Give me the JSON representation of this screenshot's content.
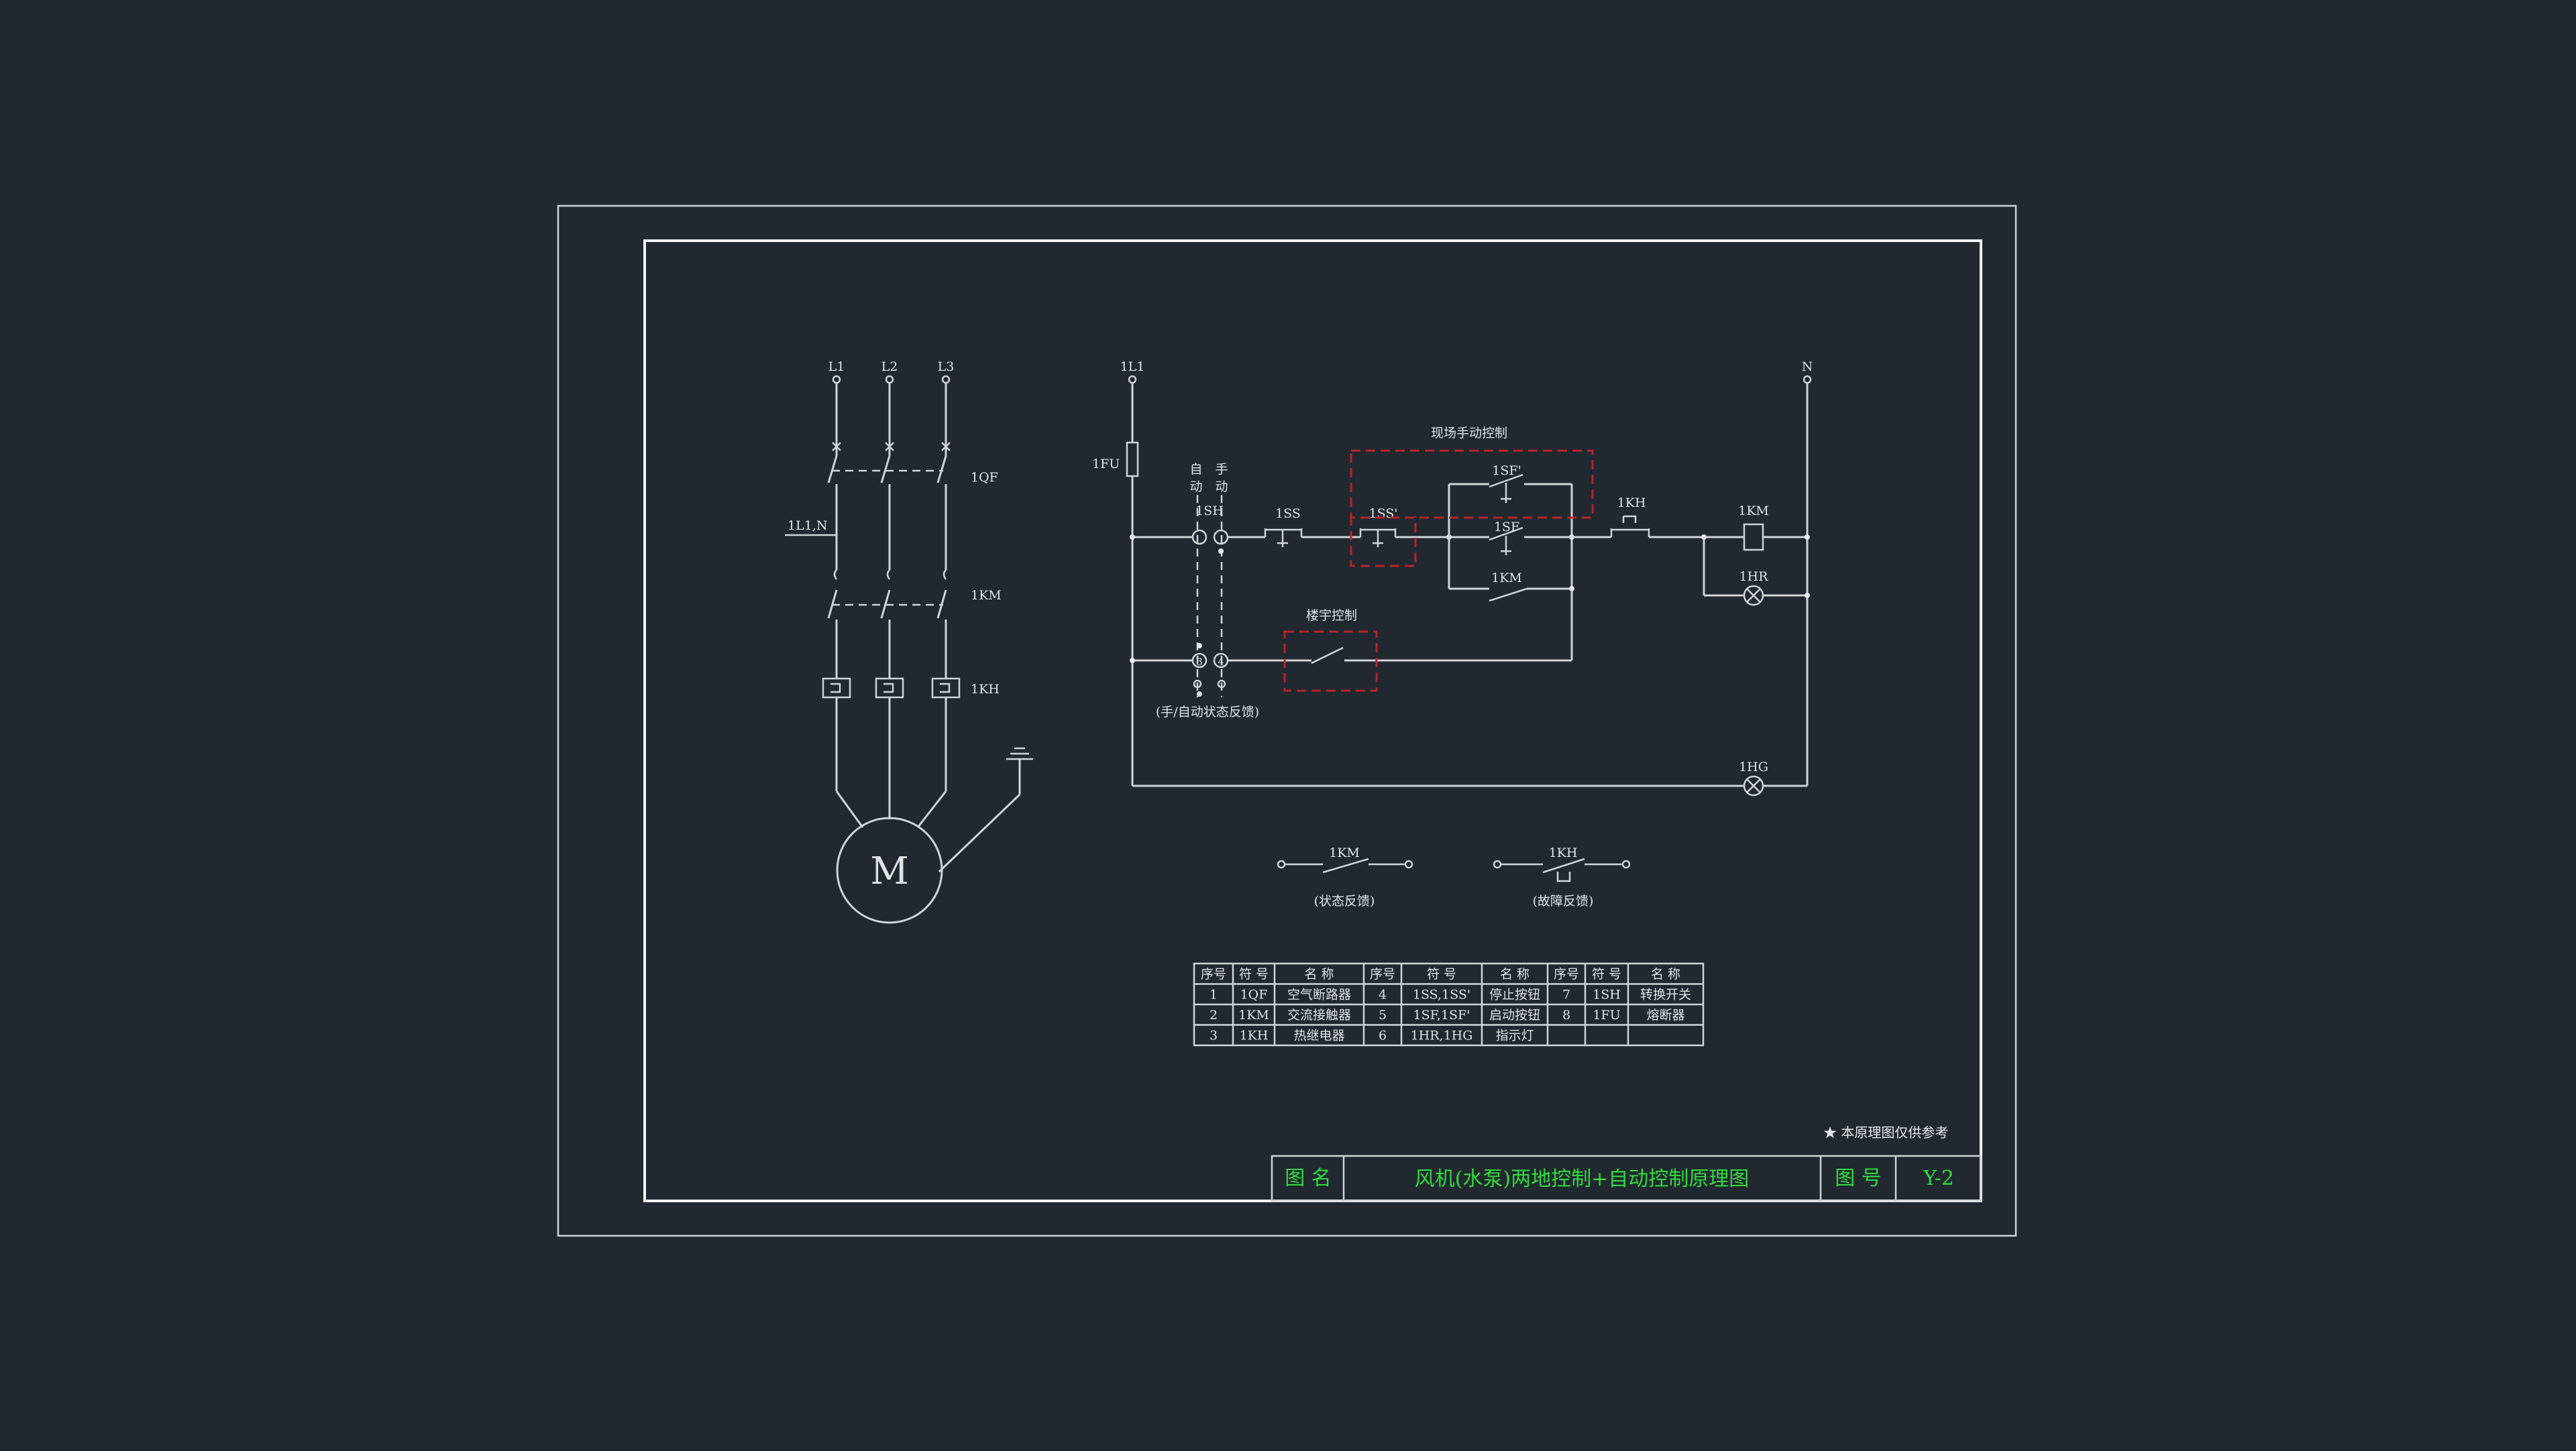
{
  "drawing": {
    "title_label": "图  名",
    "title": "风机(水泵)两地控制+自动控制原理图",
    "number_label": "图  号",
    "number": "Y-2",
    "note": "★ 本原理图仅供参考"
  },
  "main_circuit": {
    "phases": [
      "L1",
      "L2",
      "L3"
    ],
    "breaker": "1QF",
    "contactor": "1KM",
    "thermal": "1KH",
    "aux_supply": "1L1,N",
    "motor": "M"
  },
  "control_circuit": {
    "live": "1L1",
    "neutral": "N",
    "fuse": "1FU",
    "switch": "1SH",
    "switch_auto": "自\n动",
    "switch_auto_a": "自",
    "switch_auto_b": "动",
    "switch_manual_a": "手",
    "switch_manual_b": "动",
    "stop1": "1SS",
    "stop2": "1SS'",
    "start_remote": "1SF'",
    "start_local": "1SF",
    "hold": "1KM",
    "overload": "1KH",
    "coil": "1KM",
    "run_lamp": "1HR",
    "stop_lamp": "1HG",
    "local_box": "现场手动控制",
    "building_box": "楼宇控制",
    "feedback_label": "(手/自动状态反馈)",
    "term3": "3",
    "term4": "4"
  },
  "feedback": [
    {
      "tag": "1KM",
      "caption": "(状态反馈)"
    },
    {
      "tag": "1KH",
      "caption": "(故障反馈)"
    }
  ],
  "table": {
    "headers": [
      "序号",
      "符 号",
      "名  称",
      "序号",
      "符  号",
      "名  称",
      "序号",
      "符 号",
      "名  称"
    ],
    "rows": [
      [
        "1",
        "1QF",
        "空气断路器",
        "4",
        "1SS,1SS'",
        "停止按钮",
        "7",
        "1SH",
        "转换开关"
      ],
      [
        "2",
        "1KM",
        "交流接触器",
        "5",
        "1SF,1SF'",
        "启动按钮",
        "8",
        "1FU",
        "熔断器"
      ],
      [
        "3",
        "1KH",
        "热继电器",
        "6",
        "1HR,1HG",
        "指示灯",
        "",
        "",
        ""
      ]
    ]
  },
  "colors": {
    "background": "#212830",
    "line": "#d0d4d8",
    "box": "#b8242a",
    "title_text": "#2fdc3c"
  }
}
